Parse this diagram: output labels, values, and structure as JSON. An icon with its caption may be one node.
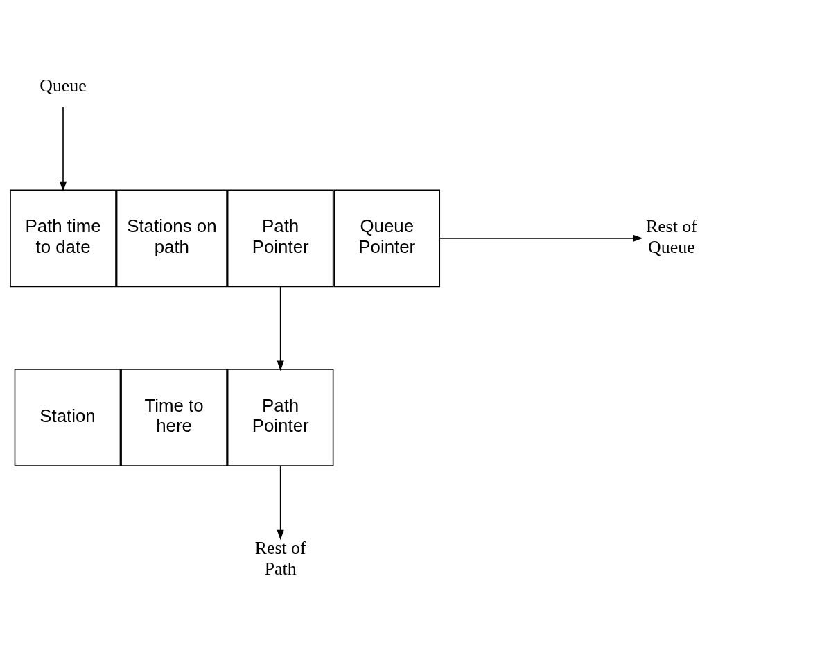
{
  "diagram": {
    "nodes": [
      {
        "text": [
          "Queue"
        ]
      },
      {
        "text": [
          "Path time to date"
        ]
      },
      {
        "text": [
          "Stations on path"
        ]
      },
      {
        "text": [
          "Path Pointer"
        ]
      },
      {
        "text": [
          "Queue Pointer"
        ]
      },
      {
        "text": [
          "Rest of Queue"
        ]
      },
      {
        "text": [
          "Station"
        ]
      },
      {
        "text": [
          "Time to here"
        ]
      },
      {
        "text": [
          "Path Pointer"
        ]
      },
      {
        "text": [
          "Rest of Path"
        ]
      }
    ],
    "edges": [
      {
        "from": 0,
        "to": 1,
        "arrow": "to"
      },
      {
        "from": 4,
        "to": 5,
        "arrow": "to"
      },
      {
        "from": 3,
        "to": 8,
        "arrow": "to"
      },
      {
        "from": 8,
        "to": 9,
        "arrow": "to"
      }
    ]
  }
}
